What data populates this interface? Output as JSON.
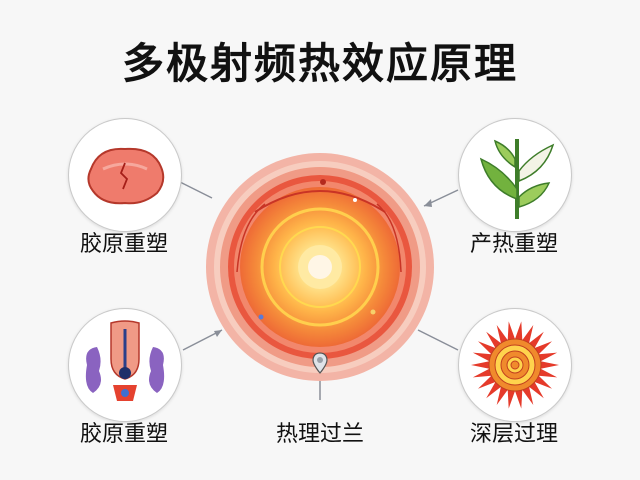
{
  "title": "多极射频热效应原理",
  "nodes": {
    "top_left": {
      "label": "胶原重塑",
      "icon": "skin-tissue-icon"
    },
    "top_right": {
      "label": "产热重塑",
      "icon": "plant-leaf-icon"
    },
    "bottom_left": {
      "label": "胶原重塑",
      "icon": "follicle-structure-icon"
    },
    "bottom_center": {
      "label": "热理过兰",
      "icon": "probe-pin-icon"
    },
    "bottom_right": {
      "label": "深层过理",
      "icon": "heat-burst-icon"
    }
  },
  "colors": {
    "outer_ring": "#f4a99a",
    "inner_red": "#e8503a",
    "core_yellow": "#ffd34d",
    "burst_red": "#e53a2a"
  }
}
